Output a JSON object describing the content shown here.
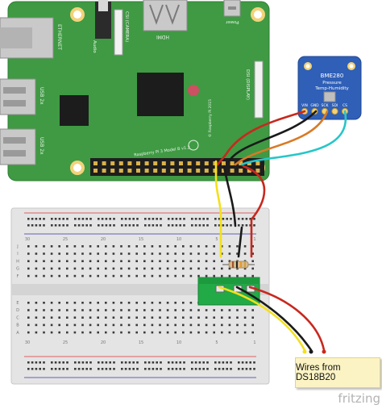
{
  "board": {
    "label_ethernet": "ETHERNET",
    "label_audio": "Audio",
    "label_csi": "CSI (CAMERA)",
    "label_hdmi": "HDMI",
    "label_power": "Power",
    "label_dsi": "DSI (DISPLAY)",
    "label_usb_1": "USB 2x",
    "label_usb_2": "USB 2x",
    "label_model": "Raspberry Pi 3 Model B v1.2",
    "label_copyright": "© Raspberry Pi 2015"
  },
  "sensor": {
    "title": "BME280",
    "subtitle_1": "Pressure",
    "subtitle_2": "Temp-Humidity",
    "pins": [
      "VIN",
      "GND",
      "SCK",
      "SDI",
      "CS"
    ]
  },
  "breadboard": {
    "col_numbers": [
      "30",
      "25",
      "20",
      "15",
      "10",
      "5",
      "1"
    ],
    "row_letters_top": [
      "J",
      "I",
      "H",
      "G",
      "F"
    ],
    "row_letters_bottom": [
      "E",
      "D",
      "C",
      "B",
      "A"
    ]
  },
  "note": {
    "text": "Wires from DS18B20"
  },
  "brand": {
    "text": "fritzing"
  },
  "colors": {
    "board_green": "#3f9a43",
    "wire_yellow": "#f3e01c",
    "wire_black": "#1a1a1a",
    "wire_red": "#c8281e",
    "wire_orange": "#d97a26",
    "wire_cyan": "#26c6c9",
    "sensor_blue": "#2f5fb6",
    "terminal_green": "#22aa46"
  }
}
